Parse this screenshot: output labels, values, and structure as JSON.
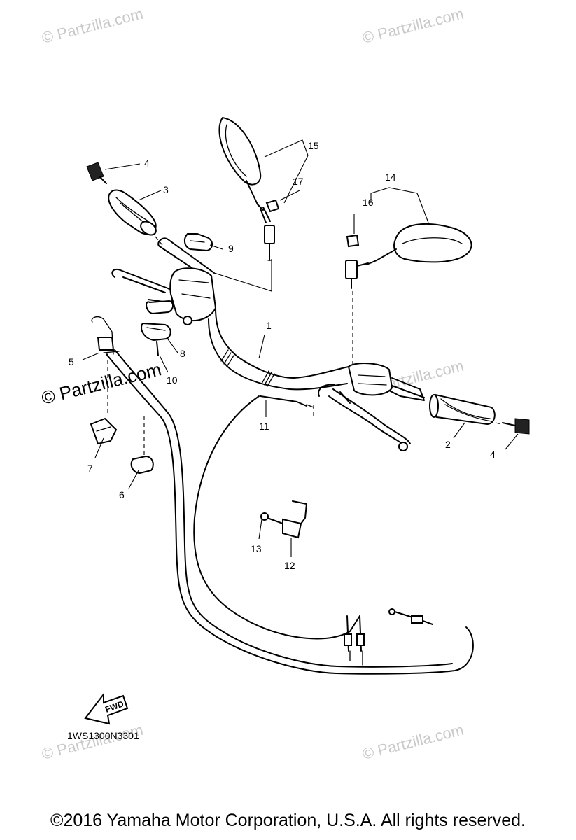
{
  "watermarks": {
    "top_left": "© Partzilla.com",
    "top_right": "© Partzilla.com",
    "mid_left": "© Partzilla.com",
    "mid_right": "© Partzilla.com",
    "bottom_left": "© Partzilla.com",
    "bottom_right": "© Partzilla.com"
  },
  "callouts": {
    "c1": "1",
    "c2": "2",
    "c3": "3",
    "c4a": "4",
    "c4b": "4",
    "c5": "5",
    "c6": "6",
    "c7": "7",
    "c8": "8",
    "c9": "9",
    "c10": "10",
    "c11": "11",
    "c12": "12",
    "c13": "13",
    "c14": "14",
    "c15": "15",
    "c16": "16",
    "c17": "17"
  },
  "fwd_label": "FWD",
  "diagram_code": "1WS1300N3301",
  "footer": "©2016  Yamaha Motor Corporation, U.S.A. All rights reserved."
}
